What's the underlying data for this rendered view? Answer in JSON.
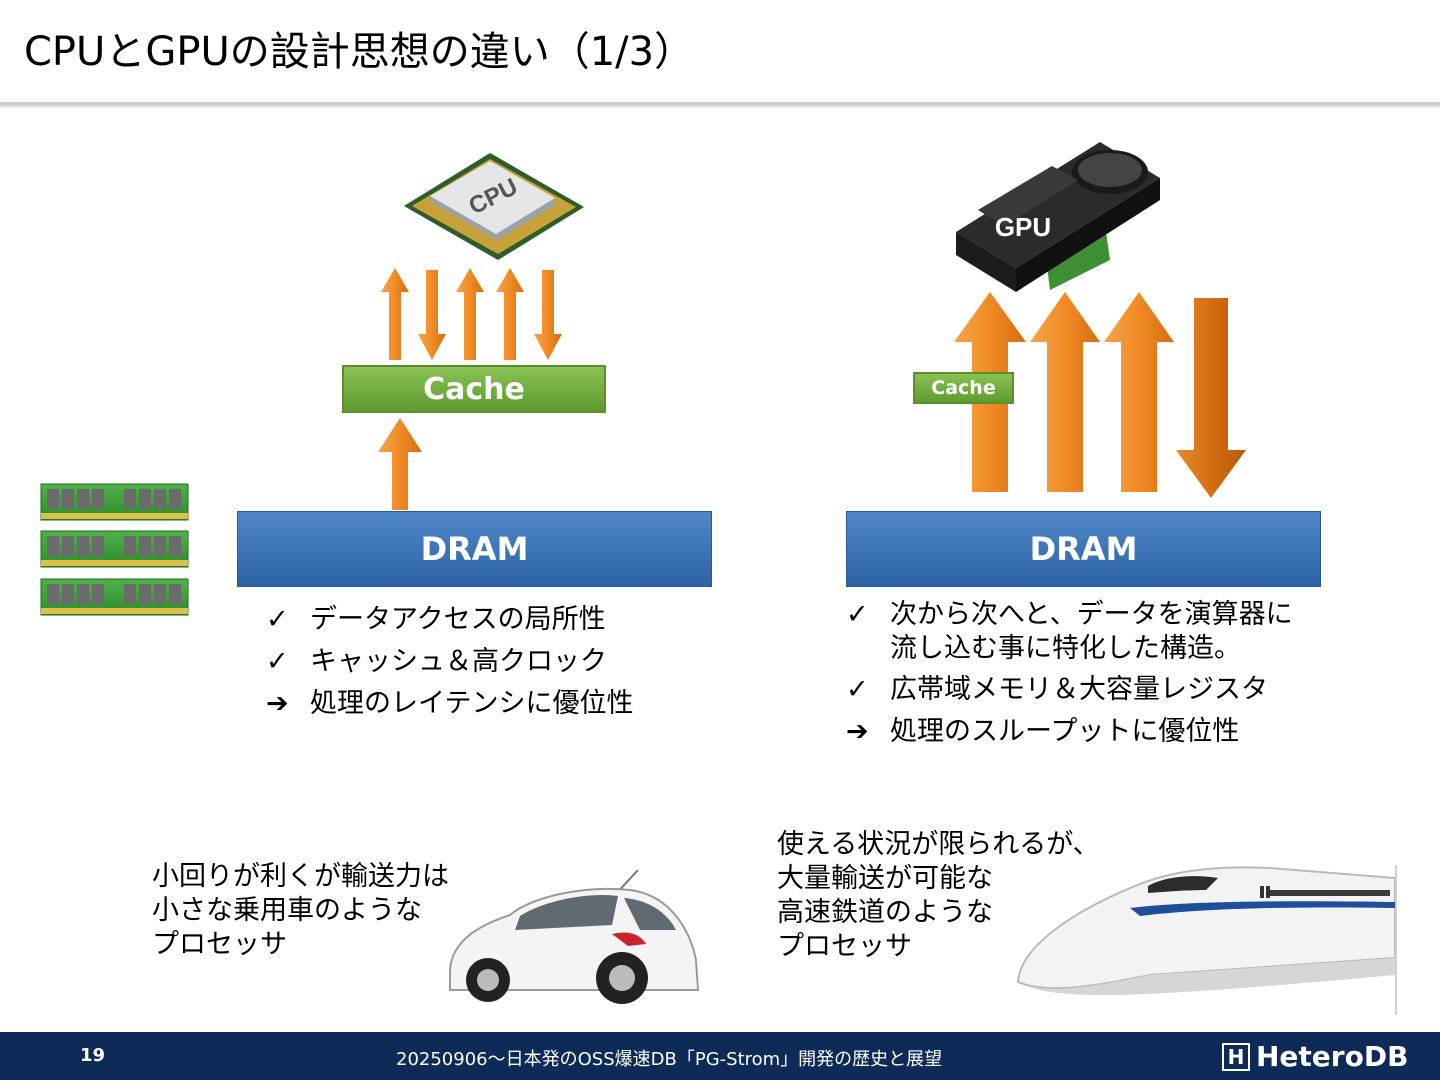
{
  "title": "CPUとGPUの設計思想の違い（1/3）",
  "cpu": {
    "chip_label": "CPU",
    "cache_label": "Cache",
    "dram_label": "DRAM",
    "bullets": [
      {
        "marker": "✓",
        "text": "データアクセスの局所性"
      },
      {
        "marker": "✓",
        "text": "キャッシュ＆高クロック"
      },
      {
        "marker": "➔",
        "text": "処理のレイテンシに優位性"
      }
    ],
    "analogy_lines": [
      "小回りが利くが輸送力は",
      "小さな乗用車のような",
      "プロセッサ"
    ]
  },
  "gpu": {
    "card_label": "GPU",
    "cache_label": "Cache",
    "dram_label": "DRAM",
    "bullets": [
      {
        "marker": "✓",
        "lines": [
          "次から次へと、データを演算器に",
          "流し込む事に特化した構造。"
        ]
      },
      {
        "marker": "✓",
        "lines": [
          "広帯域メモリ＆大容量レジスタ"
        ]
      },
      {
        "marker": "➔",
        "lines": [
          "処理のスループットに優位性"
        ]
      }
    ],
    "analogy_lines": [
      "使える状況が限られるが、",
      "大量輸送が可能な",
      "高速鉄道のような",
      "プロセッサ"
    ]
  },
  "footer": {
    "page_number": "19",
    "text": "20250906～日本発のOSS爆速DB「PG-Strom」開発の歴史と展望",
    "logo_mark": "H",
    "logo_text": "HeteroDB"
  },
  "colors": {
    "accent_orange": "#f08a24",
    "cache_green": "#77b043",
    "dram_blue": "#3a72b8",
    "footer_navy": "#0e2a57"
  }
}
